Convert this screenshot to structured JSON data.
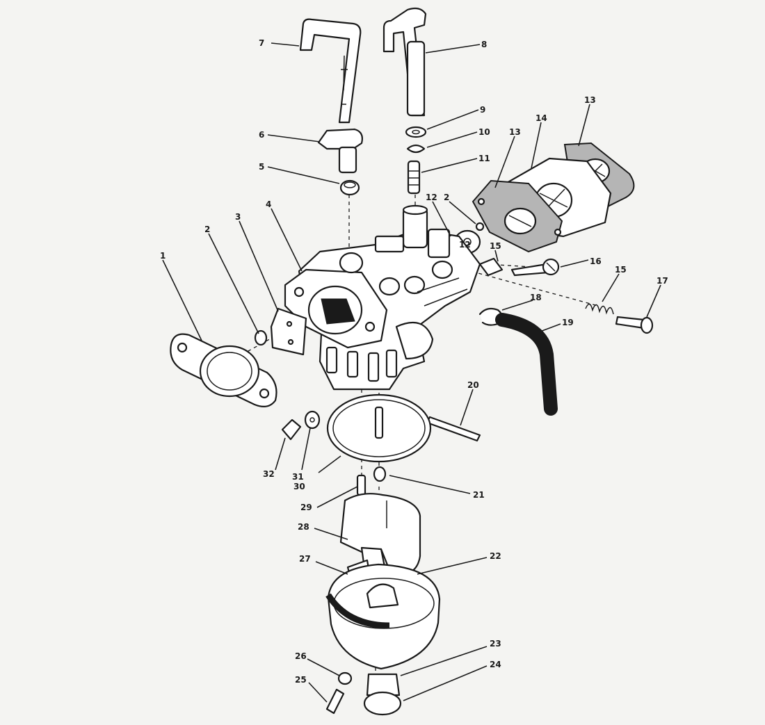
{
  "callouts": [
    {
      "id": "c1",
      "text": "1"
    },
    {
      "id": "c2",
      "text": "2"
    },
    {
      "id": "c2b",
      "text": "2"
    },
    {
      "id": "c3",
      "text": "3"
    },
    {
      "id": "c4",
      "text": "4"
    },
    {
      "id": "c5",
      "text": "5"
    },
    {
      "id": "c6",
      "text": "6"
    },
    {
      "id": "c7",
      "text": "7"
    },
    {
      "id": "c8",
      "text": "8"
    },
    {
      "id": "c9",
      "text": "9"
    },
    {
      "id": "c10",
      "text": "10"
    },
    {
      "id": "c11",
      "text": "11"
    },
    {
      "id": "c12",
      "text": "12"
    },
    {
      "id": "c12b",
      "text": "12"
    },
    {
      "id": "c13",
      "text": "13"
    },
    {
      "id": "c13b",
      "text": "13"
    },
    {
      "id": "c14",
      "text": "14"
    },
    {
      "id": "c15",
      "text": "15"
    },
    {
      "id": "c15b",
      "text": "15"
    },
    {
      "id": "c16",
      "text": "16"
    },
    {
      "id": "c17",
      "text": "17"
    },
    {
      "id": "c18",
      "text": "18"
    },
    {
      "id": "c19",
      "text": "19"
    },
    {
      "id": "c20",
      "text": "20"
    },
    {
      "id": "c21",
      "text": "21"
    },
    {
      "id": "c22",
      "text": "22"
    },
    {
      "id": "c23",
      "text": "23"
    },
    {
      "id": "c24",
      "text": "24"
    },
    {
      "id": "c25",
      "text": "25"
    },
    {
      "id": "c26",
      "text": "26"
    },
    {
      "id": "c27",
      "text": "27"
    },
    {
      "id": "c28",
      "text": "28"
    },
    {
      "id": "c29",
      "text": "29"
    },
    {
      "id": "c30",
      "text": "30"
    },
    {
      "id": "c31",
      "text": "31"
    },
    {
      "id": "c32",
      "text": "32"
    }
  ]
}
